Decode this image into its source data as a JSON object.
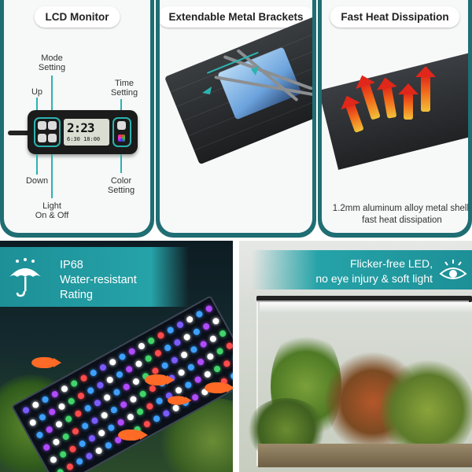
{
  "panels": {
    "lcd_monitor": {
      "title": "LCD Monitor",
      "labels": {
        "mode_setting": "Mode\nSetting",
        "up": "Up",
        "time_setting": "Time\nSetting",
        "down": "Down",
        "color_setting": "Color\nSetting",
        "light": "Light\nOn & Off"
      },
      "screen": {
        "time": "2:23",
        "sub": "6:30 18:00"
      }
    },
    "brackets": {
      "title": "Extendable Metal Brackets"
    },
    "heat": {
      "title": "Fast Heat Dissipation",
      "description": "1.2mm aluminum alloy metal shell, fast heat dissipation"
    }
  },
  "bottom": {
    "waterproof": {
      "line1": "IP68",
      "line2": "Water-resistant",
      "line3": "Rating",
      "icon": "umbrella-icon"
    },
    "flicker": {
      "line1": "Flicker-free LED,",
      "line2": "no eye injury & soft light",
      "icon": "eye-icon"
    }
  },
  "colors": {
    "teal_frame": "#1f6e73",
    "teal_accent": "#2bb3b0",
    "banner_teal": "#25a3a8"
  }
}
